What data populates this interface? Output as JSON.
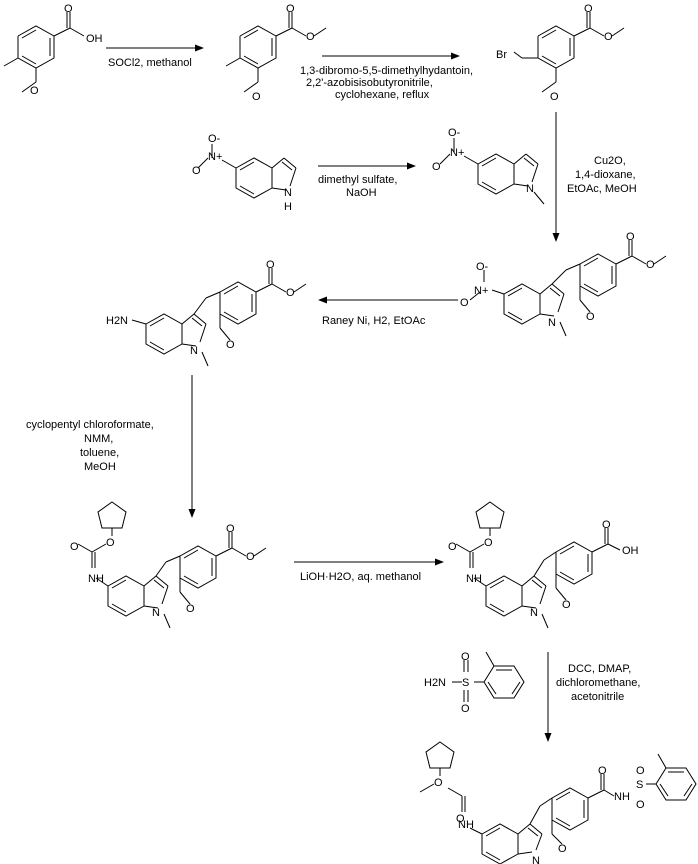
{
  "steps": [
    {
      "id": "s1",
      "lines": [
        "SOCl2, methanol"
      ]
    },
    {
      "id": "s2",
      "lines": [
        "1,3-dibromo-5,5-dimethylhydantoin,",
        "2,2'-azobisisobutyronitrile,",
        "cyclohexane, reflux"
      ]
    },
    {
      "id": "s3",
      "lines": [
        "dimethyl sulfate,",
        "NaOH"
      ]
    },
    {
      "id": "s4",
      "lines": [
        "Cu2O,",
        "1,4-dioxane,",
        "EtOAc, MeOH"
      ]
    },
    {
      "id": "s5",
      "lines": [
        "Raney Ni, H2, EtOAc"
      ]
    },
    {
      "id": "s6",
      "lines": [
        "cyclopentyl chloroformate,",
        "NMM,",
        "toluene,",
        "MeOH"
      ]
    },
    {
      "id": "s7",
      "lines": [
        "LiOH·H2O, aq. methanol"
      ]
    },
    {
      "id": "s8",
      "lines": [
        "DCC, DMAP,",
        "dichloromethane,",
        "acetonitrile"
      ]
    }
  ],
  "atom_labels": {
    "oh": "OH",
    "o": "O",
    "br": "Br",
    "n": "N",
    "h": "H",
    "nh": "NH",
    "h2n": "H2N",
    "nplus": "N+",
    "ominus": "O-",
    "s": "S",
    "h2n_s": "H2N"
  }
}
